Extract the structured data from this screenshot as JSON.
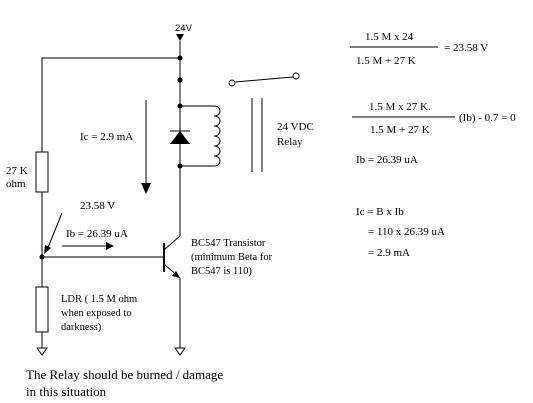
{
  "circuit": {
    "supply_label": "24V",
    "resistor_label_1": "27 K",
    "resistor_label_2": "ohm",
    "node_voltage_label": "23.58 V",
    "ib_label": "Ib = 26.39 uA",
    "ic_label": "Ic =  2.9 mA",
    "ldr_label": [
      "LDR ( 1.5 M ohm",
      "when exposed to",
      "darkness)"
    ],
    "transistor_label": [
      "BC547 Transistor",
      "(minimum Beta for",
      "BC547 is 110)"
    ],
    "relay_label": [
      "24 VDC",
      "Relay"
    ]
  },
  "equations": {
    "eq1_numerator": "1.5 M x 24",
    "eq1_denominator": "1.5 M +  27 K",
    "eq1_result": "=  23.58 V",
    "eq2_numerator": "1.5 M x 27 K.",
    "eq2_denominator": "1.5 M + 27 K",
    "eq2_tail": "(Ib)  - 0.7  =  0",
    "ib_result": "Ib = 26.39 uA",
    "ic_formula": "Ic = B x Ib",
    "ic_step": "= 110 x 26.39 uA",
    "ic_result": "= 2.9 mA"
  },
  "note": {
    "line1": "The Relay should be burned / damage",
    "line2": "in this situation"
  }
}
